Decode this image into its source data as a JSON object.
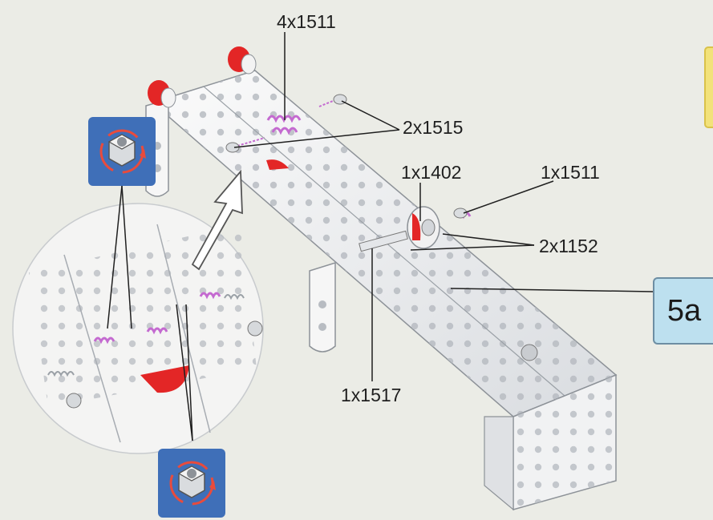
{
  "callouts": {
    "top_screws": "4x1511",
    "bolts": "2x1515",
    "red_collar": "1x1402",
    "single_screw": "1x1511",
    "washers": "2x1152",
    "axle": "1x1517"
  },
  "step_tag": "5a",
  "icons": {
    "nut_tool_top": "nut-tighten-icon",
    "nut_tool_bottom": "nut-tighten-icon"
  },
  "colors": {
    "background": "#ebece6",
    "step_tag_fill": "#bde0ef",
    "icon_box": "#3f6fb8",
    "accent_red": "#e32626",
    "spring_magenta": "#c46ad0"
  }
}
